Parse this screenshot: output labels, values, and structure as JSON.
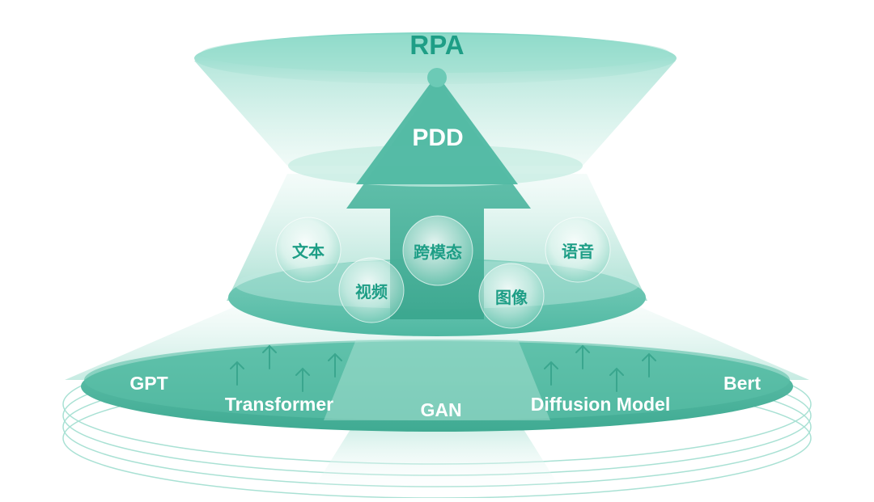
{
  "diagram": {
    "top_label": "RPA",
    "middle_label": "PDD",
    "modalities": [
      "文本",
      "视频",
      "跨模态",
      "图像",
      "语音"
    ],
    "models": [
      "GPT",
      "Transformer",
      "GAN",
      "Diffusion Model",
      "Bert"
    ]
  },
  "colors": {
    "teal_dark": "#1e9e86",
    "teal_mid": "#5bc1ad",
    "teal_light": "#bfe9df",
    "teal_pale": "#e3f6f1",
    "white_text": "#ffffff"
  }
}
